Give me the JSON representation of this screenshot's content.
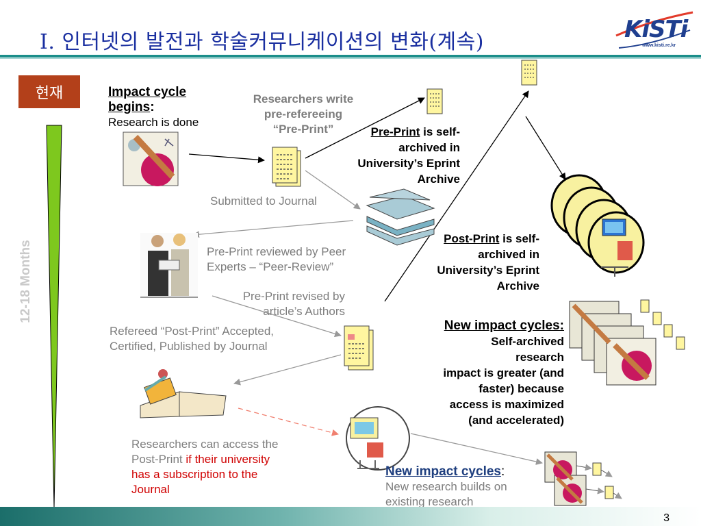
{
  "title": "Ⅰ. 인터넷의 발전과 학술커뮤니케이션의 변화(계속)",
  "logo": {
    "text": "KiSTi",
    "url": "www.kisti.re.kr"
  },
  "badge": "현재",
  "timeline_label": "12-18 Months",
  "impact": {
    "heading1": "Impact cycle",
    "heading2": "begins",
    "colon": ":",
    "body": "Research is done"
  },
  "researchers_write": [
    "Researchers write",
    "pre-refereeing",
    "“Pre-Print”"
  ],
  "preprint_archived": {
    "term": "Pre-Print",
    "rest1": " is self-",
    "lines": [
      "archived in",
      "University’s Eprint",
      "Archive"
    ]
  },
  "submitted": "Submitted to Journal",
  "peer_review": [
    "Pre-Print reviewed by Peer",
    "Experts – “Peer-Review”"
  ],
  "revised": [
    "Pre-Print revised by",
    "article’s Authors"
  ],
  "refereed": [
    "Refereed “Post-Print” Accepted,",
    "Certified, Published by Journal"
  ],
  "postprint_archived": {
    "term": "Post-Print",
    "rest1": " is self-",
    "lines": [
      "archived in",
      "University’s Eprint",
      "Archive"
    ]
  },
  "new_cycles_right": {
    "heading": "New impact cycles:",
    "lines": [
      "Self-archived",
      "research",
      "impact is greater (and",
      "faster) because",
      "access is maximized",
      "(and accelerated)"
    ]
  },
  "access": {
    "line1": "Researchers can access the",
    "line2a": "Post-Print ",
    "line2b": "if their university",
    "line3": "has a subscription to the",
    "line4": "Journal"
  },
  "new_cycles_bottom": {
    "heading": "New impact cycles",
    "colon": ":",
    "line1": "New research builds on",
    "line2": "existing research"
  },
  "page_number": "3",
  "colors": {
    "title": "#1a2fa0",
    "badge": "#b3401a",
    "rule": "#1b8e8a",
    "timeline": "#7ec81e",
    "red_text": "#d00000"
  }
}
